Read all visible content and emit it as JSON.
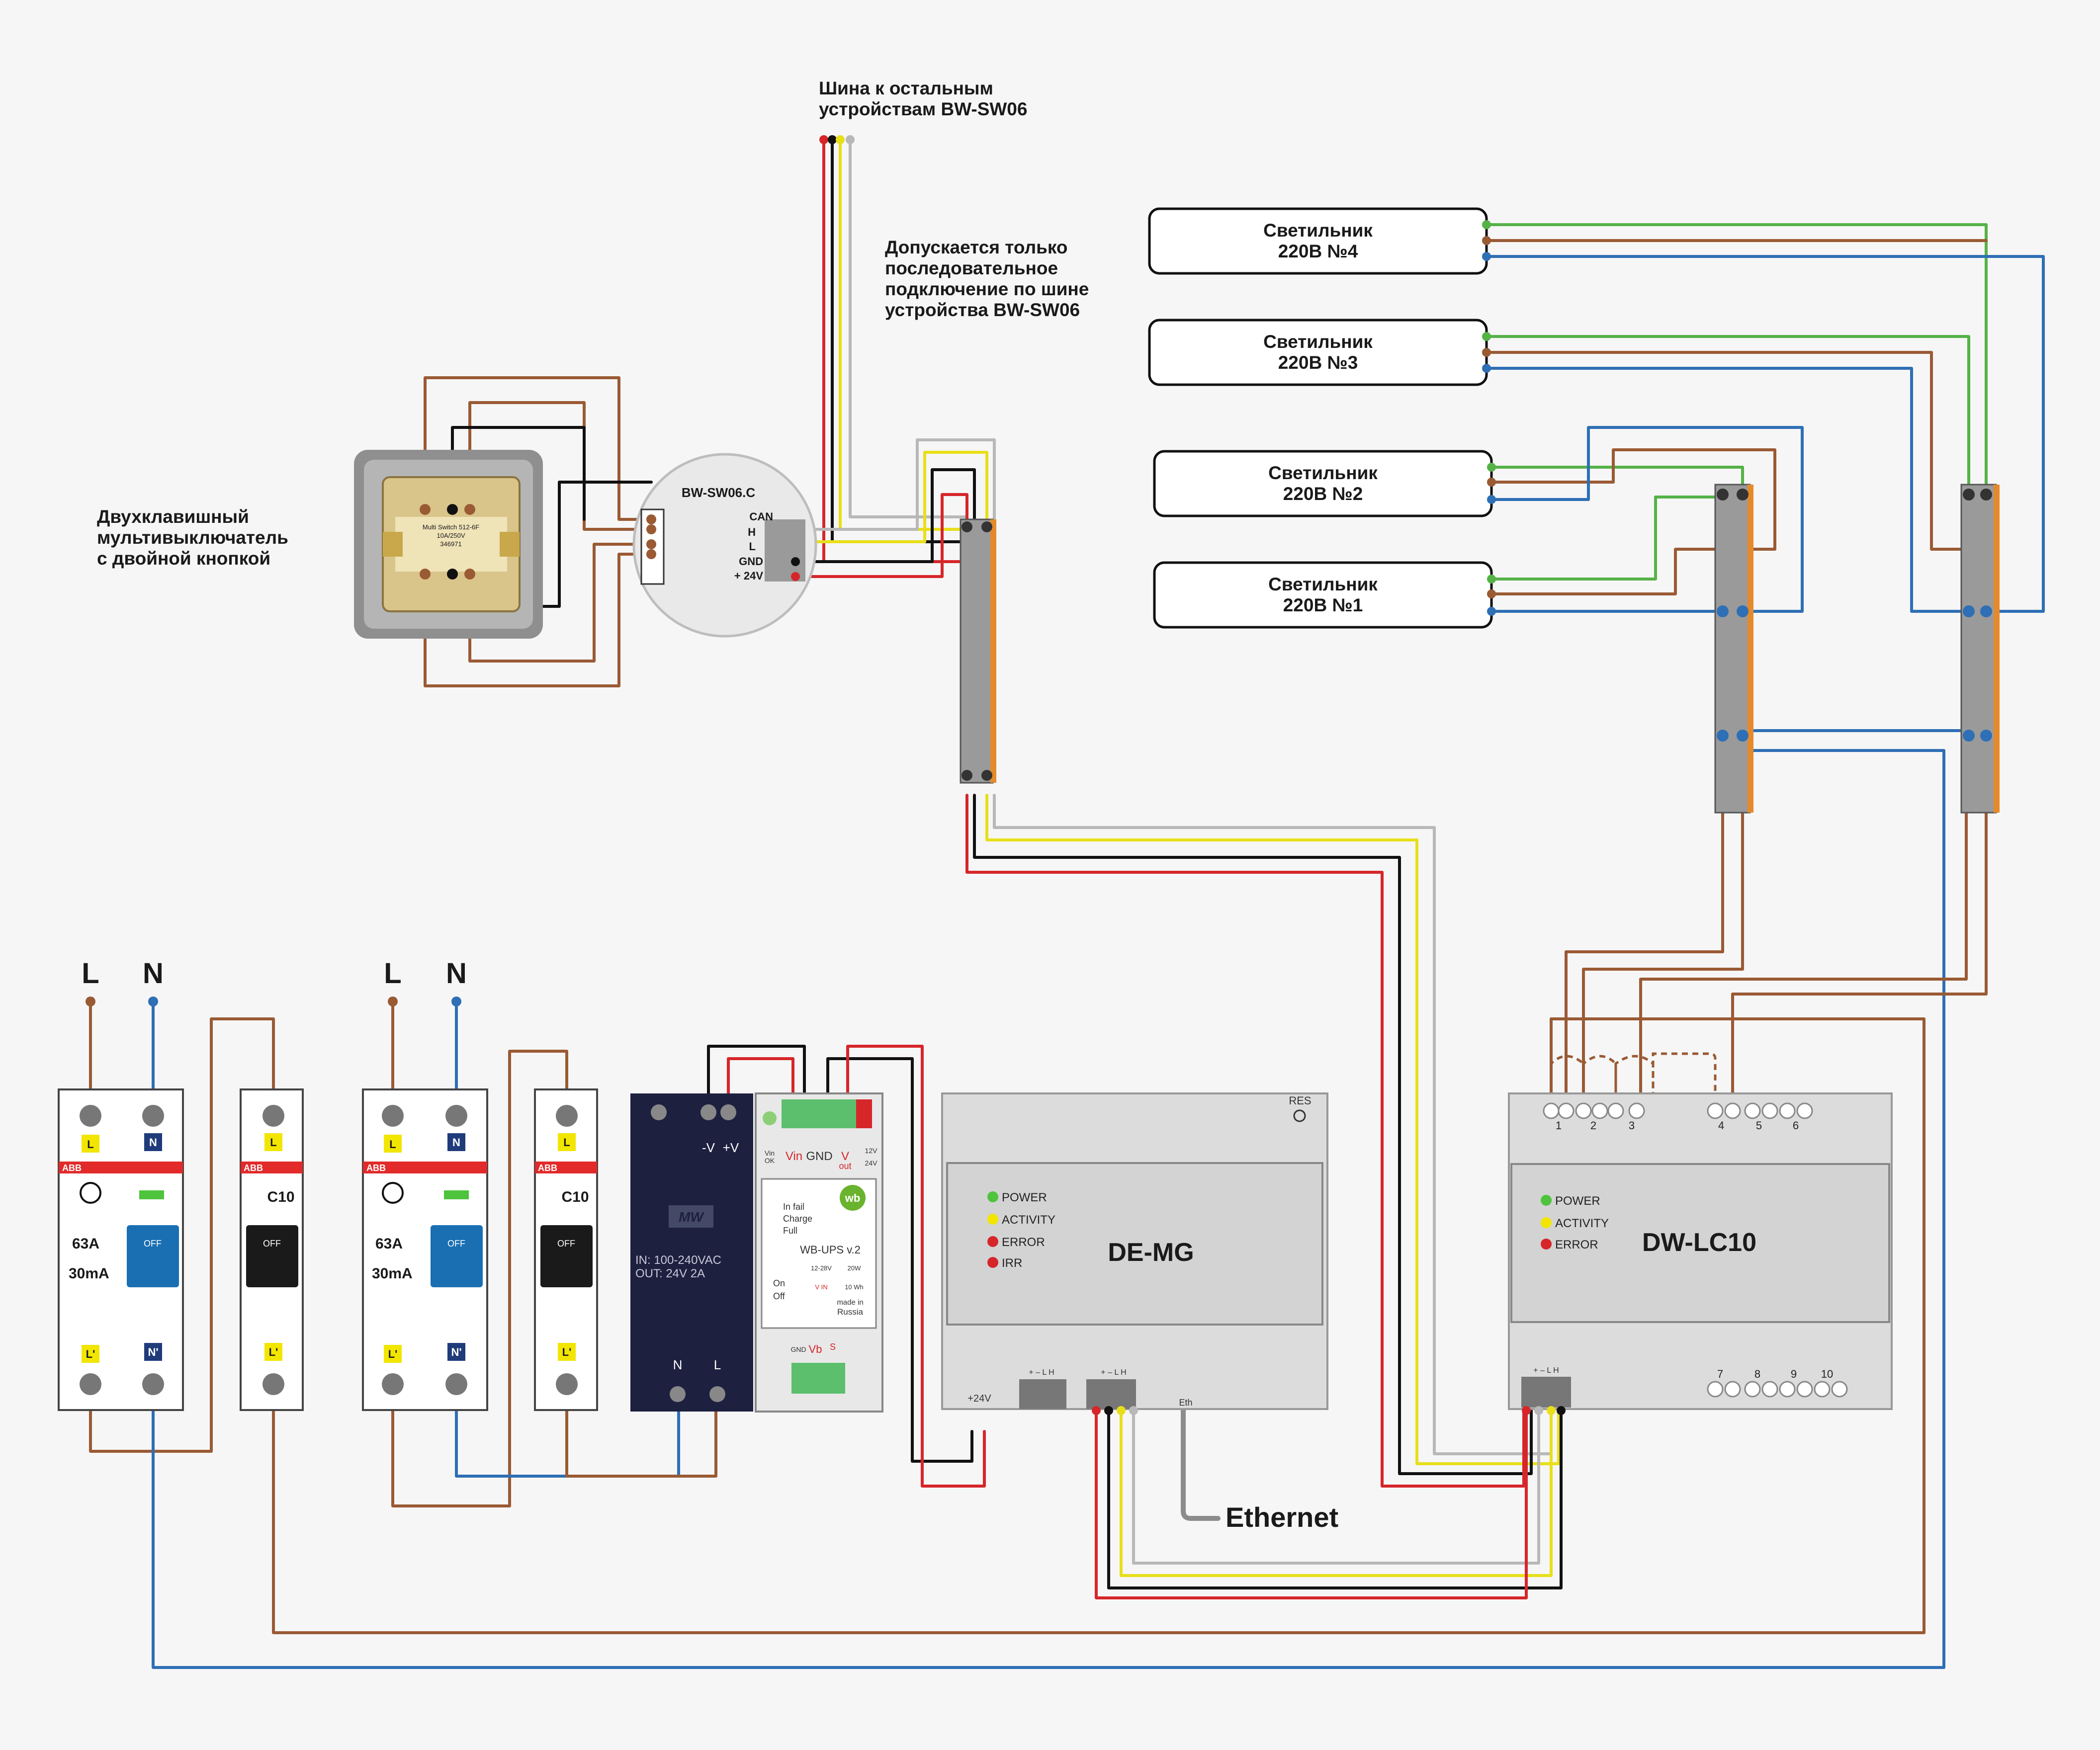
{
  "notes": {
    "bus_line1": "Шина к остальным",
    "bus_line2": "устройствам BW-SW06",
    "serial_line1": "Допускается только",
    "serial_line2": "последовательное",
    "serial_line3": "подключение по шине",
    "serial_line4": "устройства BW-SW06",
    "switch_line1": "Двухклавишный",
    "switch_line2": "мультивыключатель",
    "switch_line3": "с двойной кнопкой"
  },
  "lamps": [
    {
      "line1": "Светильник",
      "line2": "220В №4"
    },
    {
      "line1": "Светильник",
      "line2": "220В №3"
    },
    {
      "line1": "Светильник",
      "line2": "220В №2"
    },
    {
      "line1": "Светильник",
      "line2": "220В №1"
    }
  ],
  "sw06": {
    "title": "BW-SW06.C",
    "can": "CAN",
    "h": "H",
    "l": "L",
    "gnd": "GND",
    "v24": "+ 24V"
  },
  "switch_device": {
    "line1": "Multi Switch 512-6F",
    "line2": "10A/250V",
    "line3": "346971"
  },
  "power": {
    "L1": "L",
    "N1": "N",
    "L2": "L",
    "N2": "N"
  },
  "rcd": {
    "brand": "ABB",
    "rating": "63A",
    "leak": "30mA",
    "off": "OFF",
    "in_l": "L",
    "in_n": "N",
    "out_l": "L'",
    "out_n": "N'"
  },
  "breaker": {
    "brand": "ABB",
    "rating": "C10",
    "off": "OFF",
    "in_l": "L",
    "out_l": "L'"
  },
  "psu": {
    "logo": "MW",
    "in": "IN: 100-240VAC",
    "out": "OUT: 24V 2A",
    "minus": "-V",
    "plus": "+V",
    "n": "N",
    "l": "L"
  },
  "ups": {
    "vin": "Vin",
    "gnd": "GND",
    "vout": "V",
    "vout_sub": "out",
    "v12": "12V",
    "v24": "24V",
    "vin_ok_1": "Vin",
    "vin_ok_2": "OK",
    "infail": "In fail",
    "charge": "Charge",
    "full": "Full",
    "brand": "wb",
    "model": "WB-UPS v.2",
    "on": "On",
    "off": "Off",
    "r1": "12-28V",
    "r2": "20W",
    "r3": "V IN",
    "r4": "10 Wh",
    "made1": "made in",
    "made2": "Russia",
    "gnd2": "GND",
    "vb": "Vb",
    "s": "S"
  },
  "demg": {
    "name": "DE-MG",
    "res": "RES",
    "power": "POWER",
    "activity": "ACTIVITY",
    "error": "ERROR",
    "irr": "IRR",
    "v24": "+24V",
    "bus_labels": "+ – L H",
    "eth": "Eth",
    "ethernet": "Ethernet"
  },
  "dwlc": {
    "name": "DW-LC10",
    "power": "POWER",
    "activity": "ACTIVITY",
    "error": "ERROR",
    "bus_labels": "+ – L H",
    "top_terms": [
      "1",
      "2",
      "3",
      "4",
      "5",
      "6"
    ],
    "bottom_terms": [
      "7",
      "8",
      "9",
      "10"
    ]
  },
  "colors": {
    "brown": "#9a5a34",
    "blue": "#2e6fb5",
    "green": "#55b247",
    "red": "#d6262a",
    "black": "#111111",
    "yellow": "#e8df1a",
    "grey": "#b8b8b8",
    "orange": "#e48a2c",
    "abb_red": "#e22a2a",
    "label_yellow": "#f2e500",
    "label_navy": "#1f3b7a",
    "psu": "#1e2040"
  }
}
